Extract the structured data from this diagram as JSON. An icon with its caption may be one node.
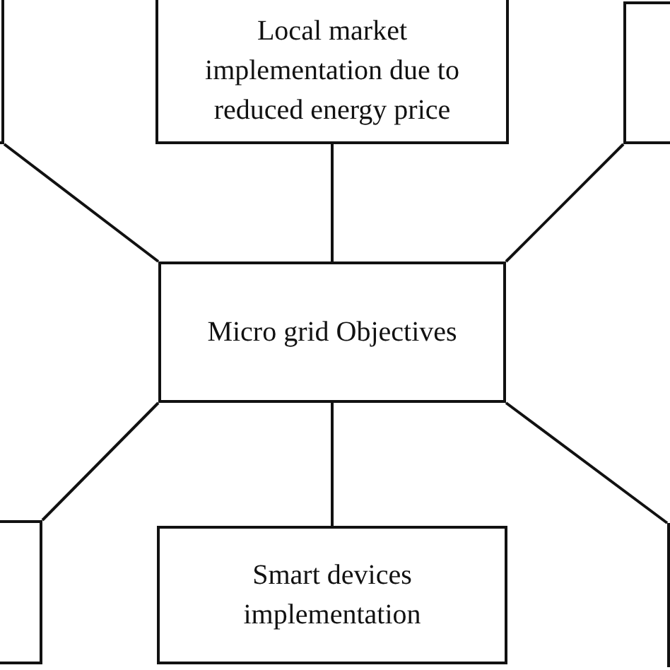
{
  "diagram": {
    "nodes": [
      {
        "text": [],
        "shape": "box"
      },
      {
        "text": [
          "Local market implementation due to reduced energy price"
        ]
      },
      {
        "text": [],
        "shape": "box"
      },
      {
        "text": [
          "Micro grid Objectives"
        ]
      },
      {
        "text": [],
        "shape": "box"
      },
      {
        "text": [
          "Smart devices implementation"
        ]
      },
      {
        "text": [],
        "shape": "box"
      }
    ],
    "edges": [
      {
        "from": 3,
        "to": 0,
        "arrow": "none"
      },
      {
        "from": 3,
        "to": 1,
        "arrow": "none"
      },
      {
        "from": 3,
        "to": 2,
        "arrow": "none"
      },
      {
        "from": 3,
        "to": 4,
        "arrow": "none"
      },
      {
        "from": 3,
        "to": 5,
        "arrow": "none"
      },
      {
        "from": 3,
        "to": 6,
        "arrow": "none"
      }
    ]
  }
}
